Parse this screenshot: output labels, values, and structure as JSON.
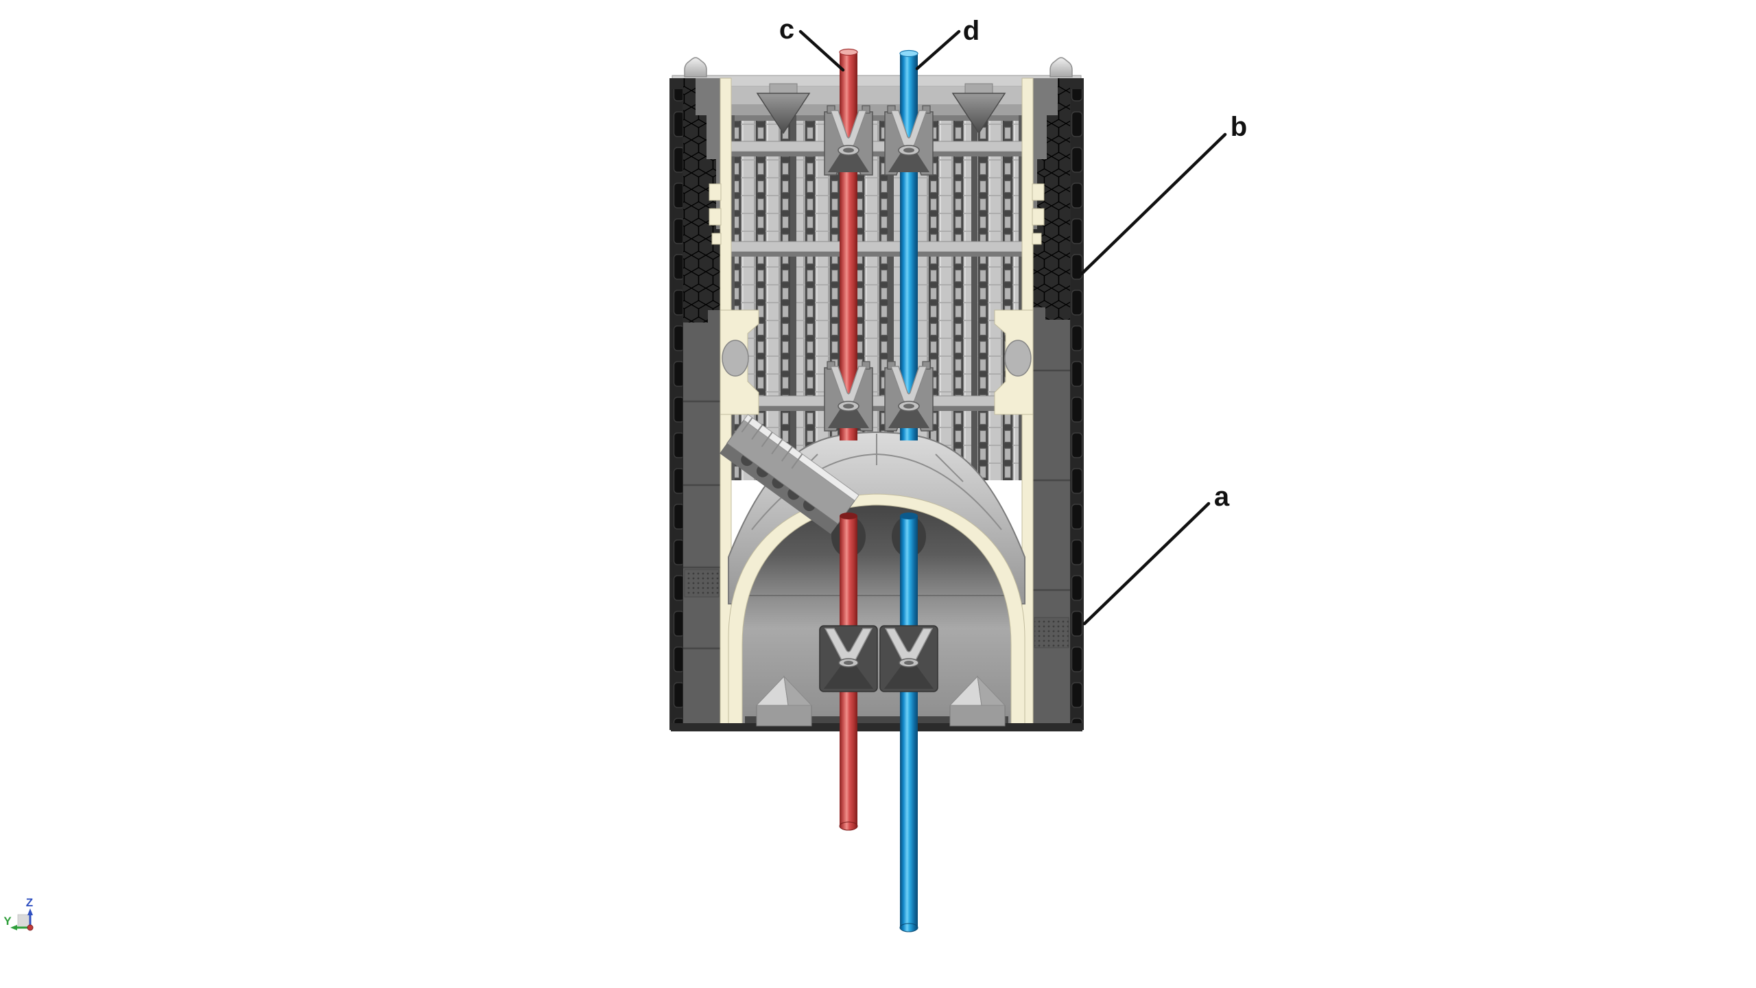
{
  "diagram": {
    "kind": "engineering-cutaway",
    "annotations": [
      {
        "id": "a",
        "text": "a"
      },
      {
        "id": "b",
        "text": "b"
      },
      {
        "id": "c",
        "text": "c"
      },
      {
        "id": "d",
        "text": "d"
      }
    ],
    "axis_triad": {
      "z_label": "Z",
      "y_label": "Y"
    },
    "colors": {
      "background": "#ffffff",
      "hot_pipe_red": "#d65050",
      "cold_pipe_blue": "#29a8e2",
      "liner_cream": "#f3eed4",
      "outer_wall_dark": "#1f1f1f",
      "wall_gray": "#5f5f5f",
      "internals_gray": "#c6c6c6",
      "annotation_black": "#111111",
      "axis_z_blue": "#3050c0",
      "axis_y_green": "#2e9e3a",
      "axis_origin_red": "#c03a3a"
    }
  }
}
